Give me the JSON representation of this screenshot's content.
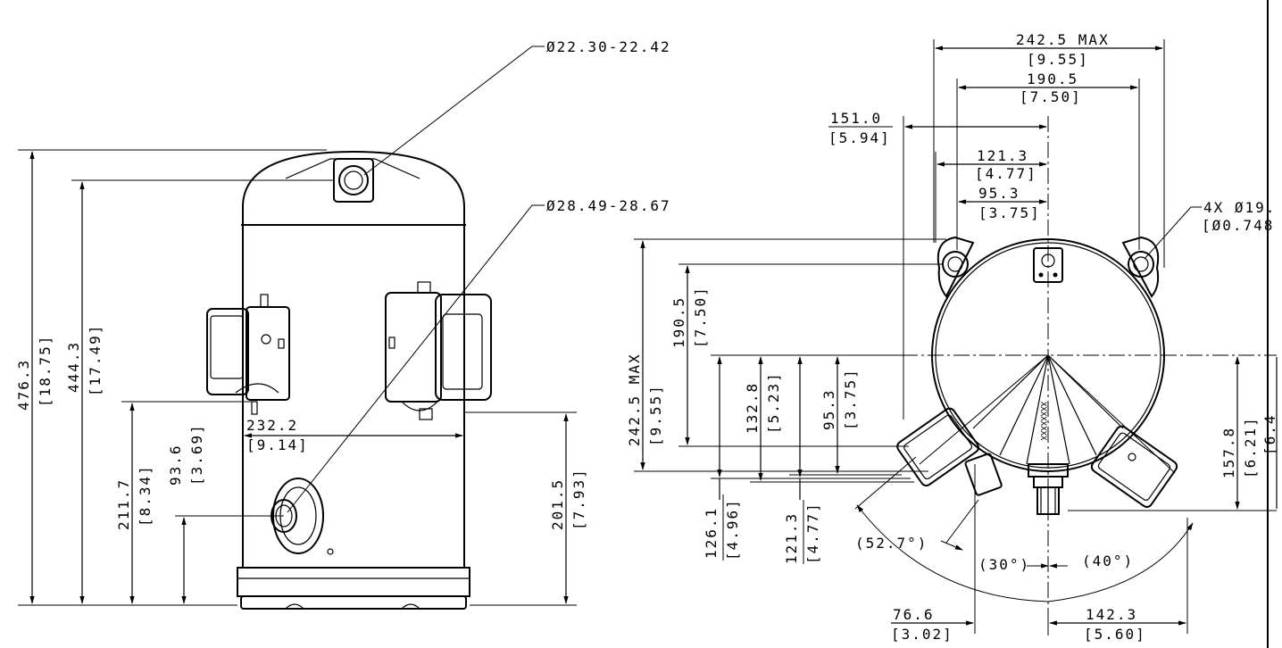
{
  "front_view": {
    "pipe_top": "Ø22.30-22.42",
    "pipe_side": "Ø28.49-28.67",
    "h_total": {
      "mm": "476.3",
      "in": "[18.75]"
    },
    "h_top_pipe": {
      "mm": "444.3",
      "in": "[17.49]"
    },
    "h_box": {
      "mm": "211.7",
      "in": "[8.34]"
    },
    "h_side_pipe": {
      "mm": "93.6",
      "in": "[3.69]"
    },
    "h_right_box": {
      "mm": "201.5",
      "in": "[7.93]"
    },
    "width_shell": {
      "mm": "232.2",
      "in": "[9.14]"
    }
  },
  "top_view": {
    "overall": {
      "mm": "242.5  MAX",
      "in": "[9.55]"
    },
    "mount_spacing": {
      "mm": "190.5",
      "in": "[7.50]"
    },
    "left_ext": {
      "mm": "151.0",
      "in": "[5.94]"
    },
    "half_a": {
      "mm": "121.3",
      "in": "[4.77]"
    },
    "half_b": {
      "mm": "95.3",
      "in": "[3.75]"
    },
    "holes": {
      "mm": "4X Ø19.",
      "in": "[Ø0.748"
    },
    "v_max": {
      "mm": "242.5  MAX",
      "in": "[9.55]"
    },
    "v_mount": {
      "mm": "190.5",
      "in": "[7.50]"
    },
    "v_132": {
      "mm": "132.8",
      "in": "[5.23]"
    },
    "v_95": {
      "mm": "95.3",
      "in": "[3.75]"
    },
    "v_126": {
      "mm": "126.1",
      "in": "[4.96]"
    },
    "v_121": {
      "mm": "121.3",
      "in": "[4.77]"
    },
    "v_157": {
      "mm": "157.8",
      "in": "[6.21]"
    },
    "v_cut": {
      "in": "[6.4"
    },
    "angle_a": "(52.7°)",
    "angle_b": "(30°)",
    "angle_c": "(40°)",
    "bottom_left": {
      "mm": "76.6",
      "in": "[3.02]"
    },
    "bottom_right": {
      "mm": "142.3",
      "in": "[5.60]"
    },
    "model_mark": "XXXXXXXX"
  }
}
